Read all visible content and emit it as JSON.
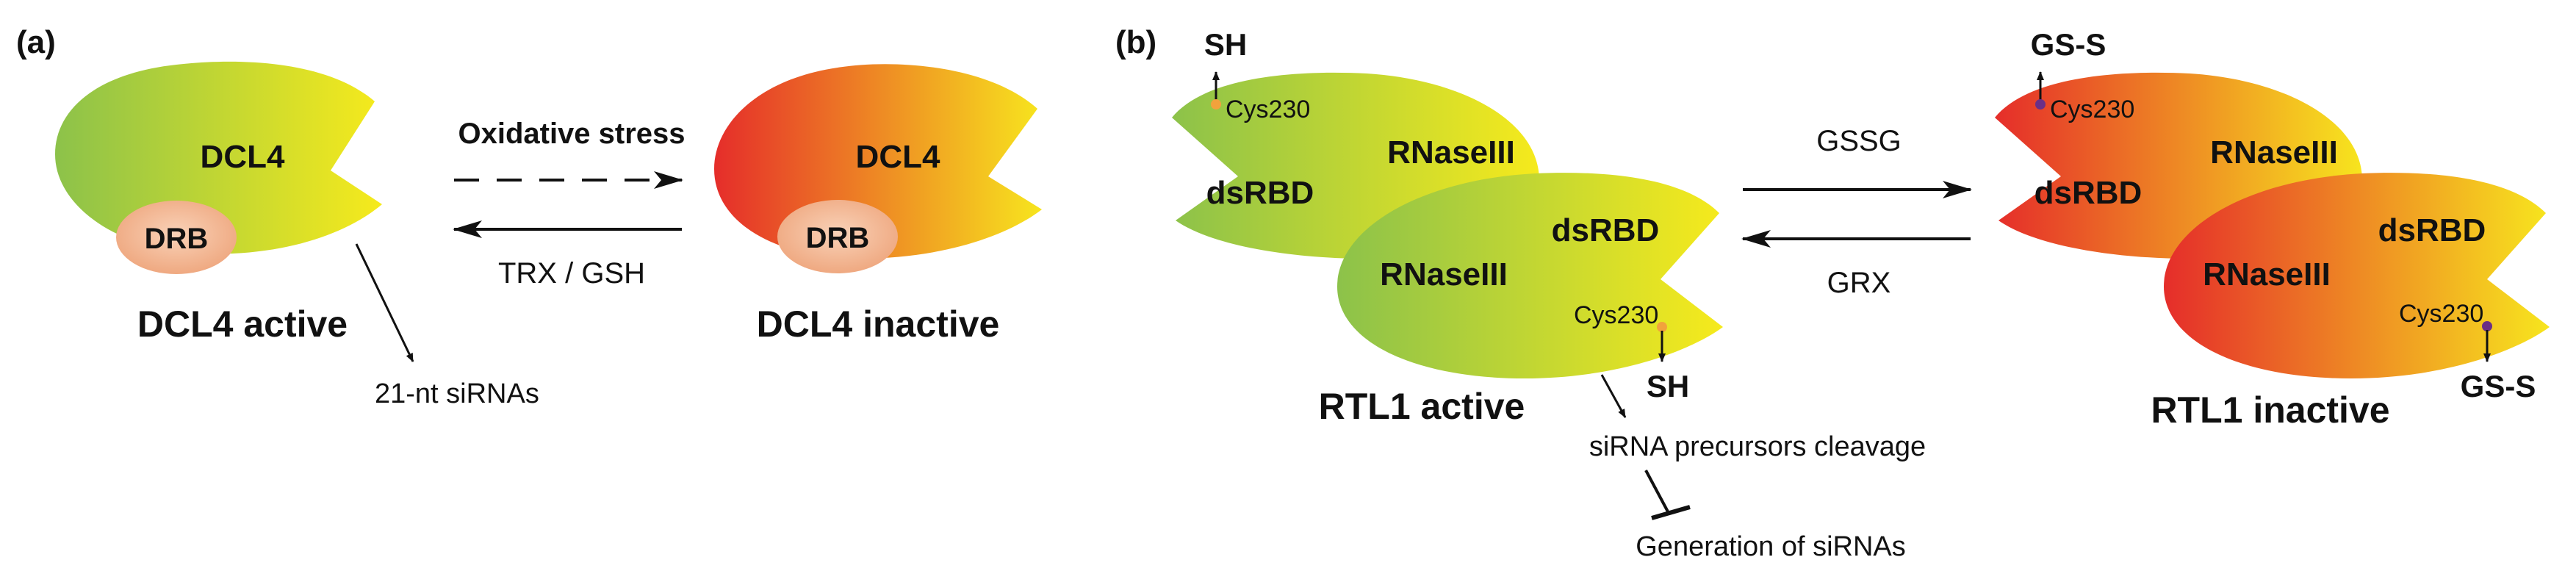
{
  "panel_a": {
    "label": "(a)",
    "active_protein": {
      "name": "DCL4",
      "partner": "DRB",
      "caption": "DCL4 active"
    },
    "inactive_protein": {
      "name": "DCL4",
      "partner": "DRB",
      "caption": "DCL4 inactive"
    },
    "forward_arrow_label": "Oxidative stress",
    "reverse_arrow_label": "TRX / GSH",
    "product_label": "21-nt siRNAs"
  },
  "panel_b": {
    "label": "(b)",
    "active": {
      "top_group": "SH",
      "top_residue": "Cys230",
      "top_lobe_labels": [
        "RNaseIII",
        "dsRBD"
      ],
      "bottom_lobe_labels": [
        "dsRBD",
        "RNaseIII"
      ],
      "bottom_residue": "Cys230",
      "bottom_group": "SH",
      "caption": "RTL1 active"
    },
    "inactive": {
      "top_group": "GS-S",
      "top_residue": "Cys230",
      "top_lobe_labels": [
        "RNaseIII",
        "dsRBD"
      ],
      "bottom_lobe_labels": [
        "dsRBD",
        "RNaseIII"
      ],
      "bottom_residue": "Cys230",
      "bottom_group": "GS-S",
      "caption": "RTL1 inactive"
    },
    "forward_arrow_label": "GSSG",
    "reverse_arrow_label": "GRX",
    "activity_label": "siRNA precursors cleavage",
    "inhibited_label": "Generation of siRNAs"
  },
  "colors": {
    "active_gradient": [
      "#8cc24a",
      "#f6ea1c"
    ],
    "inactive_gradient": [
      "#e52d2a",
      "#f7e51e"
    ],
    "partner_fill": "#f2b690",
    "residue_dot_active": "#f2a23c",
    "residue_dot_inactive": "#6b2f87",
    "ink": "#111111"
  }
}
